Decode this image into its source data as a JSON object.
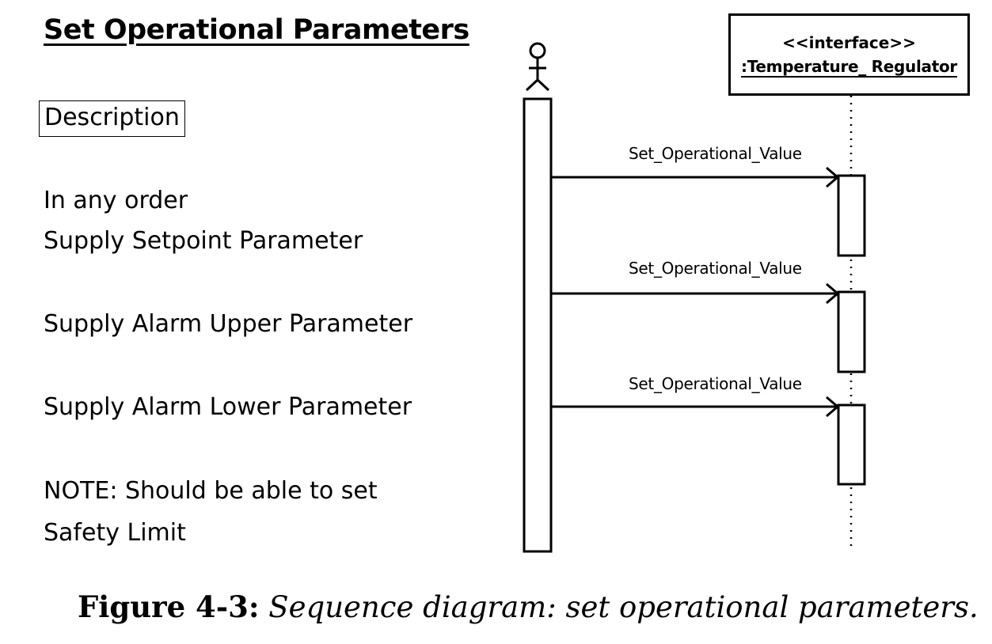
{
  "title": "Set Operational Parameters",
  "description_label": "Description",
  "lines": [
    "In any order",
    "Supply Setpoint Parameter",
    "Supply Alarm Upper Parameter",
    "Supply Alarm Lower Parameter",
    "NOTE: Should be able to set",
    "Safety Limit"
  ],
  "interface": {
    "stereotype": "<<interface>>",
    "name": ":Temperature_ Regulator"
  },
  "messages": [
    "Set_Operational_Value",
    "Set_Operational_Value",
    "Set_Operational_Value"
  ],
  "caption": {
    "figure": "Figure 4-3:",
    "text": "Sequence diagram: set operational parameters."
  }
}
